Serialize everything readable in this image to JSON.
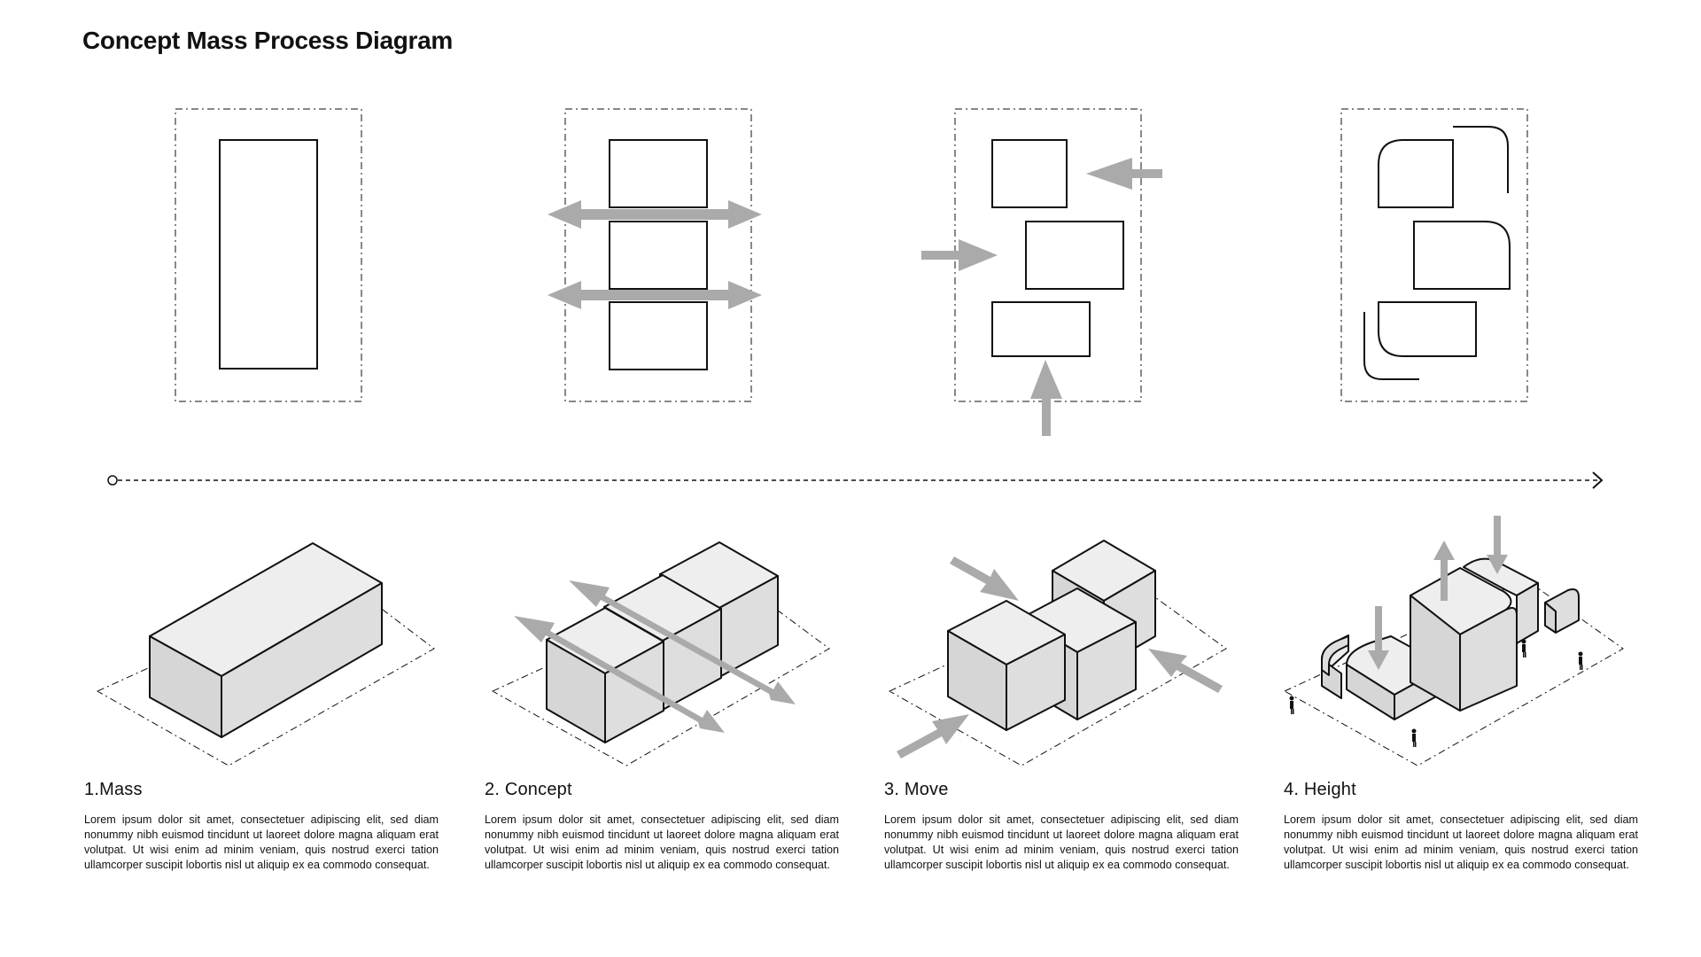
{
  "page": {
    "title": "Concept Mass Process Diagram"
  },
  "colors": {
    "line": "#111111",
    "box_fill_top": "#eeeeee",
    "box_fill_side": "#e2e2e2",
    "box_fill_front": "#d9d9d9",
    "arrow": "#aaaaaa",
    "background": "#ffffff"
  },
  "timeline": {
    "start_marker": "open-circle",
    "end_marker": "chevron-arrow",
    "style": "dashed"
  },
  "steps": [
    {
      "id": "mass",
      "label": "1.Mass",
      "body": "Lorem ipsum dolor sit amet, consectetuer adipiscing elit, sed diam nonummy nibh euismod tincidunt ut laoreet dolore magna aliquam erat volutpat. Ut wisi enim ad minim veniam, quis nostrud exerci tation ullamcorper suscipit lobortis nisl ut aliquip ex ea commodo consequat."
    },
    {
      "id": "concept",
      "label": "2. Concept",
      "body": "Lorem ipsum dolor sit amet, consectetuer adipiscing elit, sed diam nonummy nibh euismod tincidunt ut laoreet dolore magna aliquam erat volutpat. Ut wisi enim ad minim veniam, quis nostrud exerci tation ullamcorper suscipit lobortis nisl ut aliquip ex ea commodo consequat."
    },
    {
      "id": "move",
      "label": "3. Move",
      "body": "Lorem ipsum dolor sit amet, consectetuer adipiscing elit, sed diam nonummy nibh euismod tincidunt ut laoreet dolore magna aliquam erat volutpat. Ut wisi enim ad minim veniam, quis nostrud exerci tation ullamcorper suscipit lobortis nisl ut aliquip ex ea commodo consequat."
    },
    {
      "id": "height",
      "label": "4. Height",
      "body": "Lorem ipsum dolor sit amet, consectetuer adipiscing elit, sed diam nonummy nibh euismod tincidunt ut laoreet dolore magna aliquam erat volutpat. Ut wisi enim ad minim veniam, quis nostrud exerci tation ullamcorper suscipit lobortis nisl ut aliquip ex ea commodo consequat."
    }
  ]
}
